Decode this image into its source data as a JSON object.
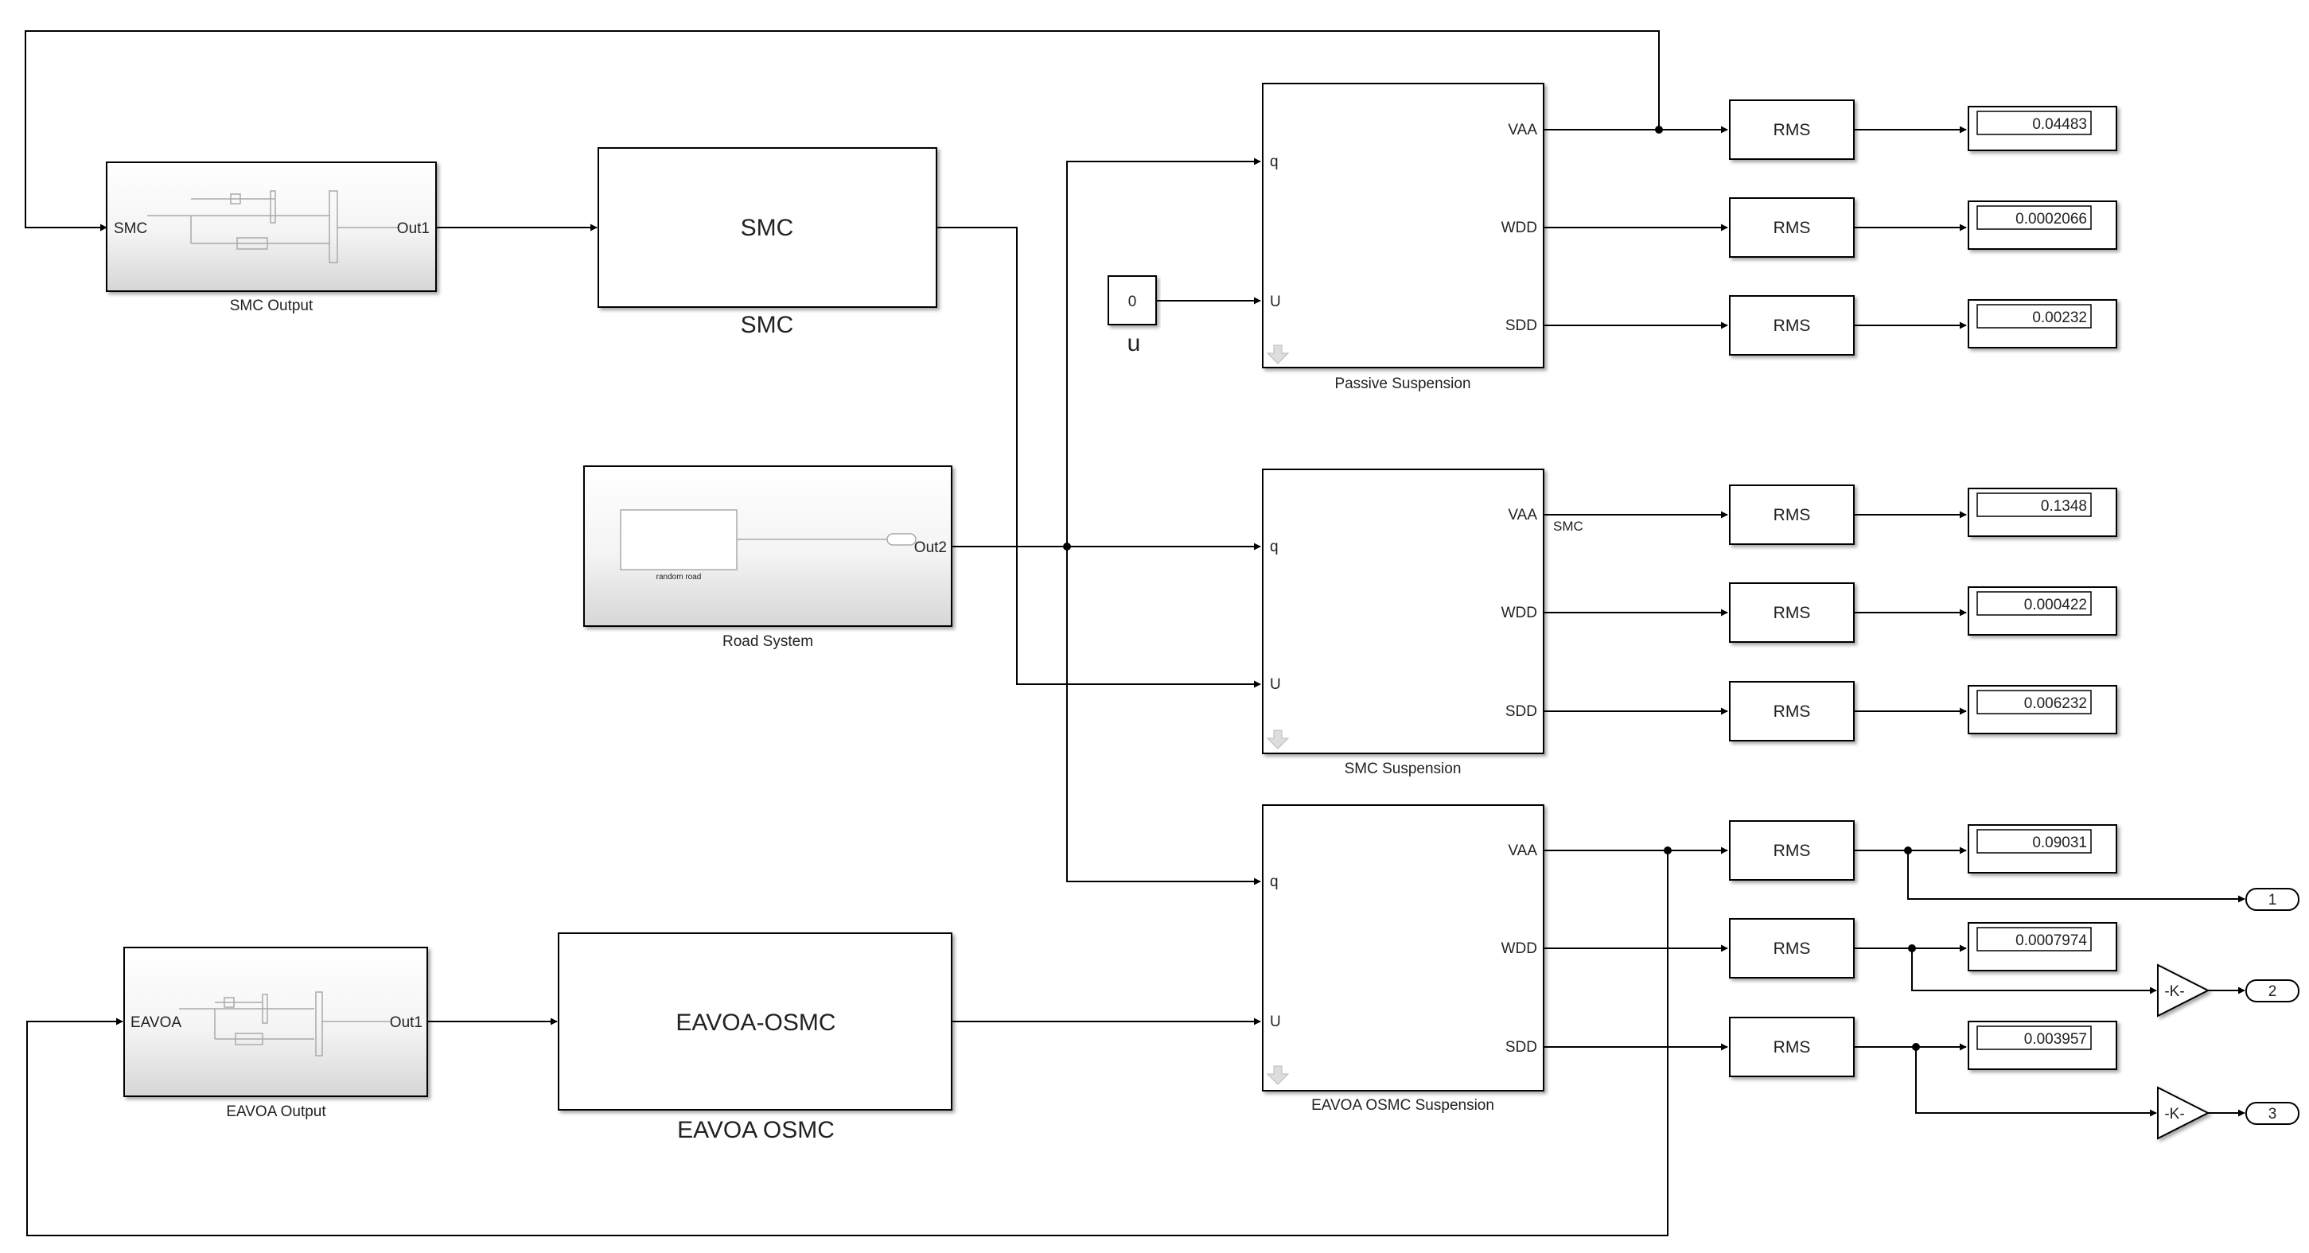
{
  "blocks": {
    "smc_output": {
      "name": "SMC Output",
      "in_port": "SMC",
      "out_port": "Out1"
    },
    "smc": {
      "text": "SMC",
      "name": "SMC"
    },
    "road_system": {
      "name": "Road System",
      "inner_label": "random road",
      "out_port": "Out2"
    },
    "eavoa_output": {
      "name": "EAVOA Output",
      "in_port": "EAVOA",
      "out_port": "Out1"
    },
    "eavoa_osmc": {
      "text": "EAVOA-OSMC",
      "name": "EAVOA OSMC"
    },
    "constant_u": {
      "value": "0",
      "name": "u"
    },
    "passive_suspension": {
      "name": "Passive Suspension",
      "in_ports": [
        "q",
        "U"
      ],
      "out_ports": [
        "VAA",
        "WDD",
        "SDD"
      ]
    },
    "smc_suspension": {
      "name": "SMC Suspension",
      "in_ports": [
        "q",
        "U"
      ],
      "out_ports": [
        "VAA",
        "WDD",
        "SDD"
      ],
      "signal_label": "SMC"
    },
    "eavoa_osmc_suspension": {
      "name": "EAVOA OSMC Suspension",
      "in_ports": [
        "q",
        "U"
      ],
      "out_ports": [
        "VAA",
        "WDD",
        "SDD"
      ]
    }
  },
  "rms_label": "RMS",
  "displays": [
    "0.04483",
    "0.0002066",
    "0.00232",
    "0.1348",
    "0.000422",
    "0.006232",
    "0.09031",
    "0.0007974",
    "0.003957"
  ],
  "gain_label": "-K-",
  "outports": [
    "1",
    "2",
    "3"
  ]
}
